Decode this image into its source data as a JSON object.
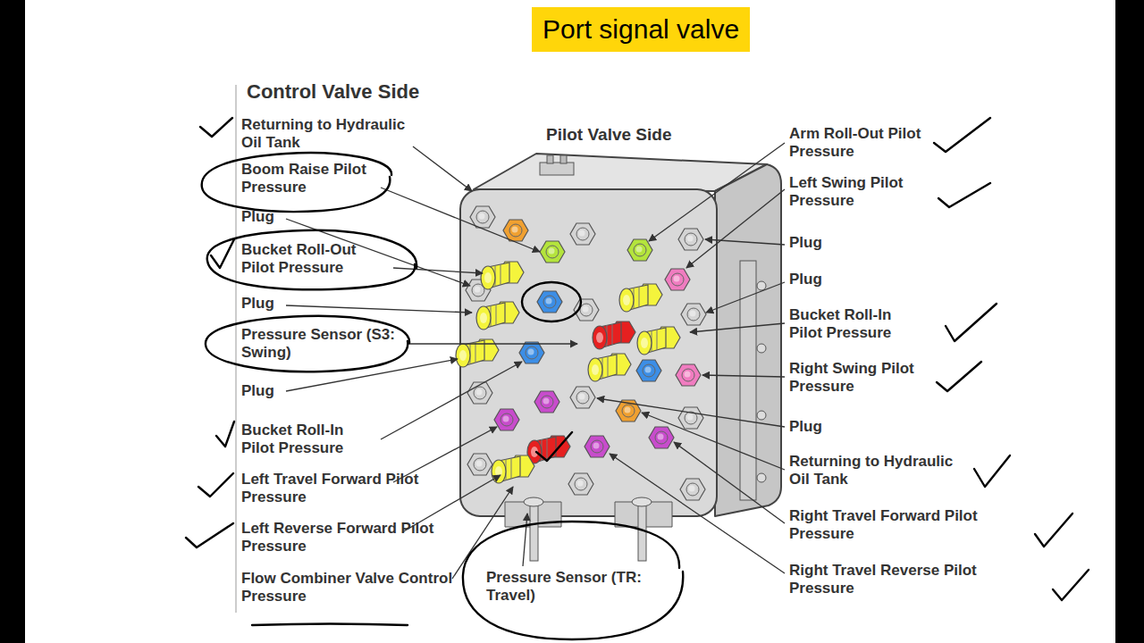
{
  "diagram": {
    "title": "Port signal valve",
    "labels": [
      "Control Valve Side",
      "Returning to Hydraulic Oil Tank",
      "Boom Raise Pilot Pressure",
      "Plug",
      "Bucket Roll-Out Pilot Pressure",
      "Plug",
      "Pressure Sensor (S3: Swing)",
      "Plug",
      "Bucket Roll-In Pilot Pressure",
      "Left Travel Forward Pilot Pressure",
      "Left Reverse Forward Pilot Pressure",
      "Flow Combiner Valve Control Pressure",
      "Pilot Valve Side",
      "Arm Roll-Out Pilot Pressure",
      "Left Swing Pilot Pressure",
      "Plug",
      "Plug",
      "Bucket Roll-In Pilot Pressure",
      "Right Swing Pilot Pressure",
      "Plug",
      "Returning to Hydraulic Oil Tank",
      "Right Travel Forward Pilot Pressure",
      "Right Travel Reverse Pilot Pressure",
      "Pressure Sensor (TR: Travel)"
    ]
  }
}
